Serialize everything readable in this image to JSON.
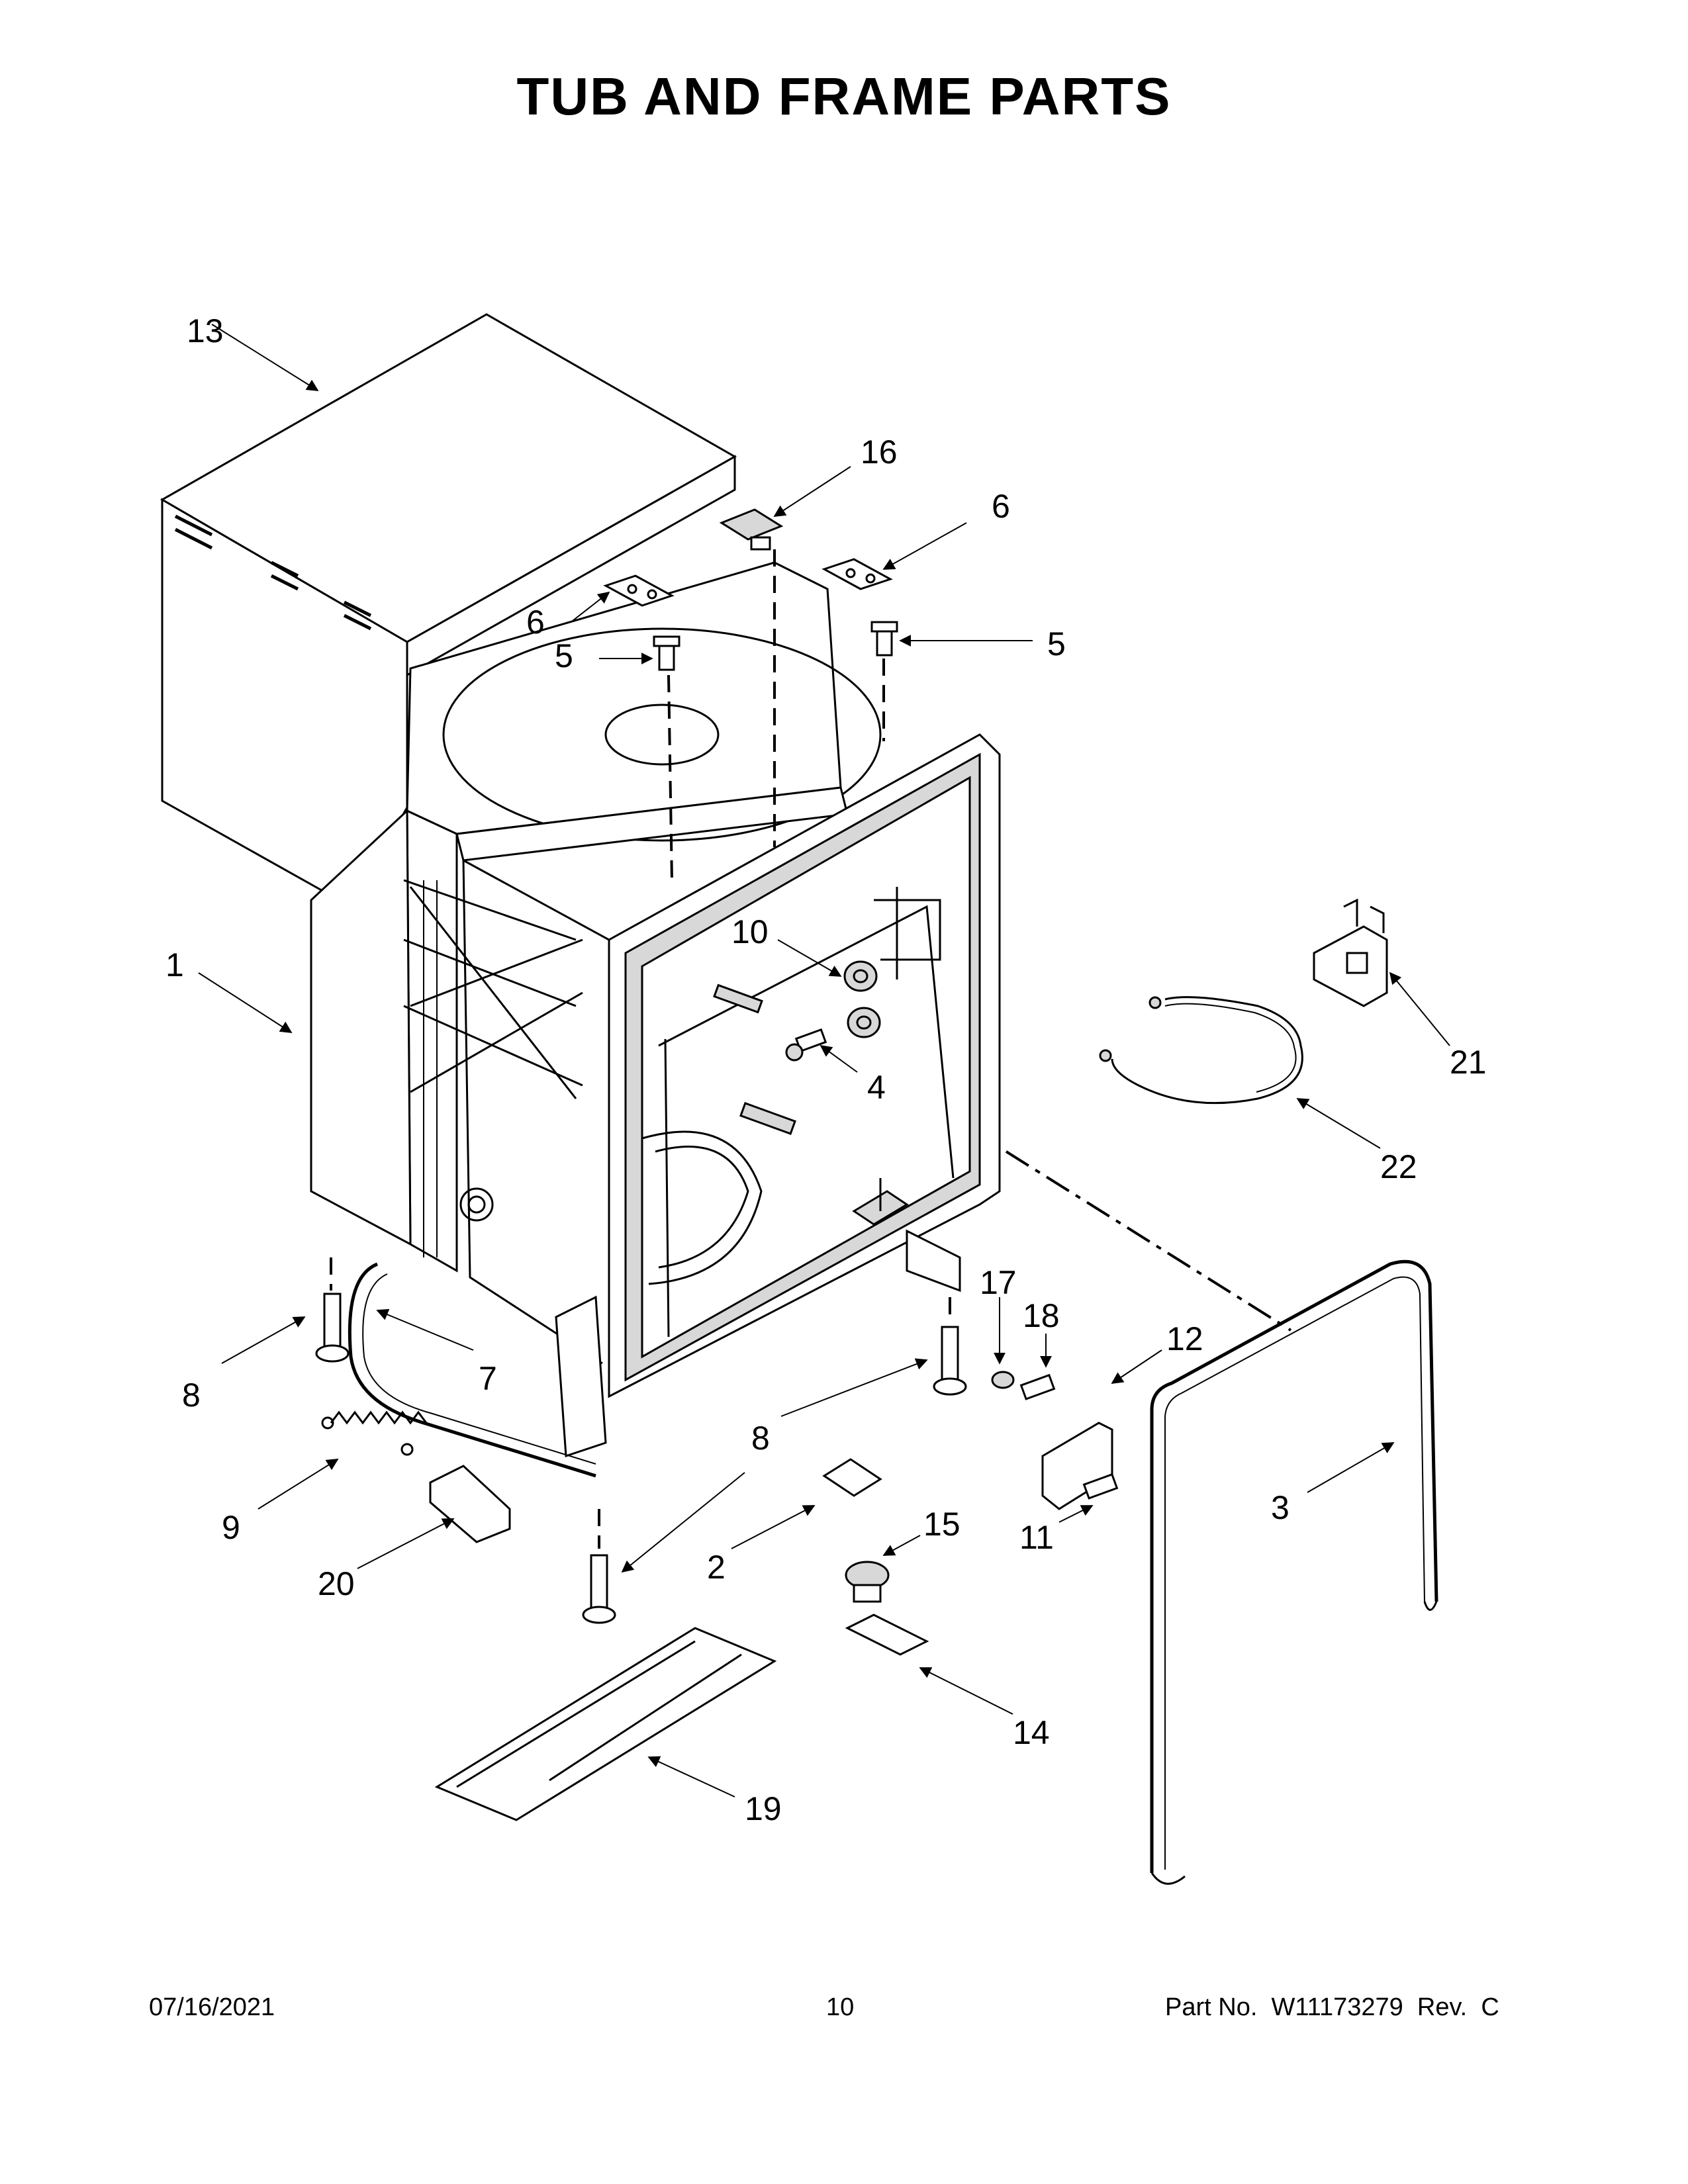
{
  "title": "TUB AND FRAME PARTS",
  "footer": {
    "date": "07/16/2021",
    "page": "10",
    "part_number": "Part No.  W11173279  Rev.  C"
  },
  "callouts": {
    "c1": "1",
    "c2": "2",
    "c3": "3",
    "c4": "4",
    "c5a": "5",
    "c5b": "5",
    "c6a": "6",
    "c6b": "6",
    "c7": "7",
    "c8a": "8",
    "c8b": "8",
    "c9": "9",
    "c10": "10",
    "c11": "11",
    "c12": "12",
    "c13": "13",
    "c14": "14",
    "c15": "15",
    "c16": "16",
    "c17": "17",
    "c18": "18",
    "c19": "19",
    "c20": "20",
    "c21": "21",
    "c22": "22"
  }
}
